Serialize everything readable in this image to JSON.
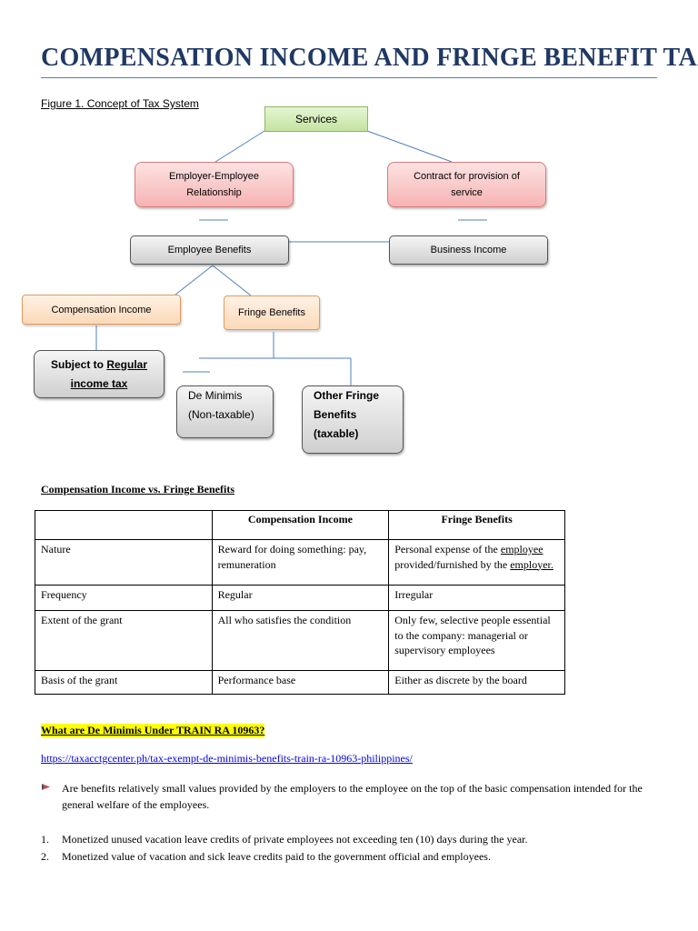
{
  "title": "COMPENSATION INCOME AND FRINGE BENEFIT TAX",
  "figure_caption": "Figure 1. Concept of Tax System",
  "diagram": {
    "services": "Services",
    "employer_employee": [
      "Employer-Employee",
      "Relationship"
    ],
    "contract": [
      "Contract for provision of",
      "service"
    ],
    "employee_benefits": "Employee Benefits",
    "business_income": "Business Income",
    "compensation_income": "Compensation Income",
    "fringe_benefits": "Fringe Benefits",
    "subject_to": [
      "Subject to ",
      "Regular",
      "income tax"
    ],
    "de_minimis": [
      "De Minimis",
      "(Non-taxable)"
    ],
    "other_fringe": [
      "Other Fringe",
      "Benefits",
      "(taxable)"
    ]
  },
  "comparison": {
    "heading": "Compensation Income vs. Fringe Benefits",
    "headers": [
      "",
      "Compensation Income",
      "Fringe Benefits"
    ],
    "rows": [
      {
        "label": "Nature",
        "comp": "Reward for doing something: pay, remuneration",
        "fringe": [
          "Personal expense of the ",
          "employee",
          " provided/furnished by the ",
          "employer."
        ]
      },
      {
        "label": "Frequency",
        "comp": "Regular",
        "fringe": "Irregular"
      },
      {
        "label": "Extent of the grant",
        "comp": "All who satisfies the condition",
        "fringe": "Only few, selective people essential to the company: managerial or supervisory employees"
      },
      {
        "label": "Basis of the grant",
        "comp": "Performance base",
        "fringe": "Either as discrete by the board"
      }
    ]
  },
  "de_minimis": {
    "heading": "What are De Minimis Under TRAIN RA 10963?",
    "link": "https://taxacctgcenter.ph/tax-exempt-de-minimis-benefits-train-ra-10963-philippines/",
    "bullet": "Are benefits relatively small values provided by the employers to the employee on the top of the basic compensation intended for the general welfare of the employees.",
    "items": [
      {
        "num": "1.",
        "text": "Monetized unused vacation leave credits of private employees not exceeding ten (10) days during the year."
      },
      {
        "num": "2.",
        "text": "Monetized value of vacation and sick leave credits paid to the government official and employees."
      }
    ]
  },
  "colors": {
    "title": "#1f3864",
    "rule": "#4f81bd",
    "connector": "#4f81bd",
    "highlight": "#ffff00",
    "link": "#0000ee"
  }
}
